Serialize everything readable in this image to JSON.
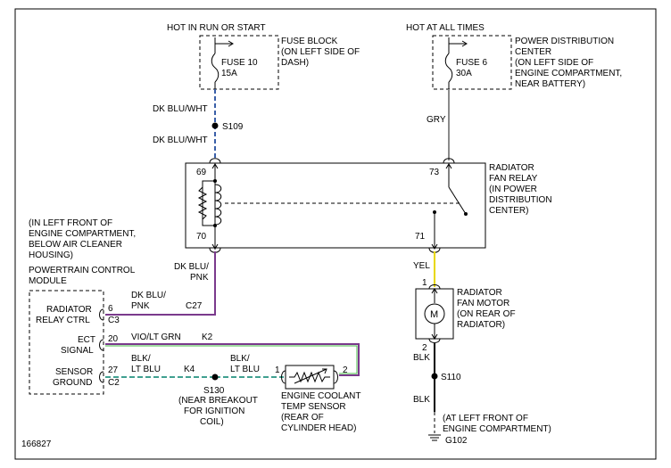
{
  "colors": {
    "dk_blu_wht": "#3a5fa8",
    "gry": "#8a8a8a",
    "yel": "#e8d800",
    "dk_blu_pnk": "#7a3a8c",
    "vio_lt_grn": "#7a3a8c",
    "vio_lt_grn_stripe": "#44bb44",
    "blk_lt_blu": "#40a090",
    "blk": "#000000"
  },
  "fuse_block": {
    "source": "HOT IN RUN OR START",
    "label": [
      "FUSE BLOCK",
      "(ON LEFT SIDE OF",
      "DASH)"
    ],
    "fuse_name": "FUSE 10",
    "fuse_rating": "15A"
  },
  "pdc": {
    "source": "HOT AT ALL TIMES",
    "label": [
      "POWER DISTRIBUTION",
      "CENTER",
      "(ON LEFT SIDE OF",
      "ENGINE COMPARTMENT,",
      "NEAR BATTERY)"
    ],
    "fuse_name": "FUSE 6",
    "fuse_rating": "30A"
  },
  "wires": {
    "upper_left": "DK BLU/WHT",
    "lower_left": "DK BLU/WHT",
    "splice_top": "S109",
    "right_top": "GRY",
    "yel": "YEL",
    "blk_upper": "BLK",
    "blk_lower": "BLK",
    "splice_s110": "S110",
    "dk_blu_pnk_left": [
      "DK BLU/",
      "PNK"
    ],
    "dk_blu_pnk_mid": [
      "DK BLU/",
      "PNK"
    ],
    "c27": "C27",
    "vio_lt_grn": "VIO/LT GRN",
    "k2": "K2",
    "blk_lt_blu_left": [
      "BLK/",
      "LT BLU"
    ],
    "blk_lt_blu_right": [
      "BLK/",
      "LT BLU"
    ],
    "k4": "K4",
    "splice_s130": "S130",
    "s130_note": [
      "(NEAR BREAKOUT",
      "FOR IGNITION",
      "COIL)"
    ]
  },
  "relay": {
    "label": [
      "RADIATOR",
      "FAN RELAY",
      "(IN POWER",
      "DISTRIBUTION",
      "CENTER)"
    ],
    "pin_69": "69",
    "pin_73": "73",
    "pin_70": "70",
    "pin_71": "71"
  },
  "pcm": {
    "location": [
      "(IN LEFT FRONT OF",
      "ENGINE COMPARTMENT,",
      "BELOW AIR CLEANER",
      "HOUSING)"
    ],
    "title": [
      "POWERTRAIN CONTROL",
      "MODULE"
    ],
    "radiator_relay_ctrl": [
      "RADIATOR",
      "RELAY CTRL"
    ],
    "pin_6": "6",
    "conn_c3": "C3",
    "ect_signal": [
      "ECT",
      "SIGNAL"
    ],
    "pin_20": "20",
    "sensor_ground": [
      "SENSOR",
      "GROUND"
    ],
    "pin_27": "27",
    "conn_c2": "C2"
  },
  "motor": {
    "label": [
      "RADIATOR",
      "FAN MOTOR",
      "(ON REAR OF",
      "RADIATOR)"
    ],
    "symbol": "M",
    "pin_1": "1",
    "pin_2": "2"
  },
  "sensor": {
    "label": [
      "ENGINE COOLANT",
      "TEMP SENSOR",
      "(REAR OF",
      "CYLINDER HEAD)"
    ],
    "pin_1": "1",
    "pin_2": "2"
  },
  "ground": {
    "note": [
      "(AT LEFT FRONT OF",
      "ENGINE COMPARTMENT)"
    ],
    "name": "G102"
  },
  "figure_id": "166827"
}
